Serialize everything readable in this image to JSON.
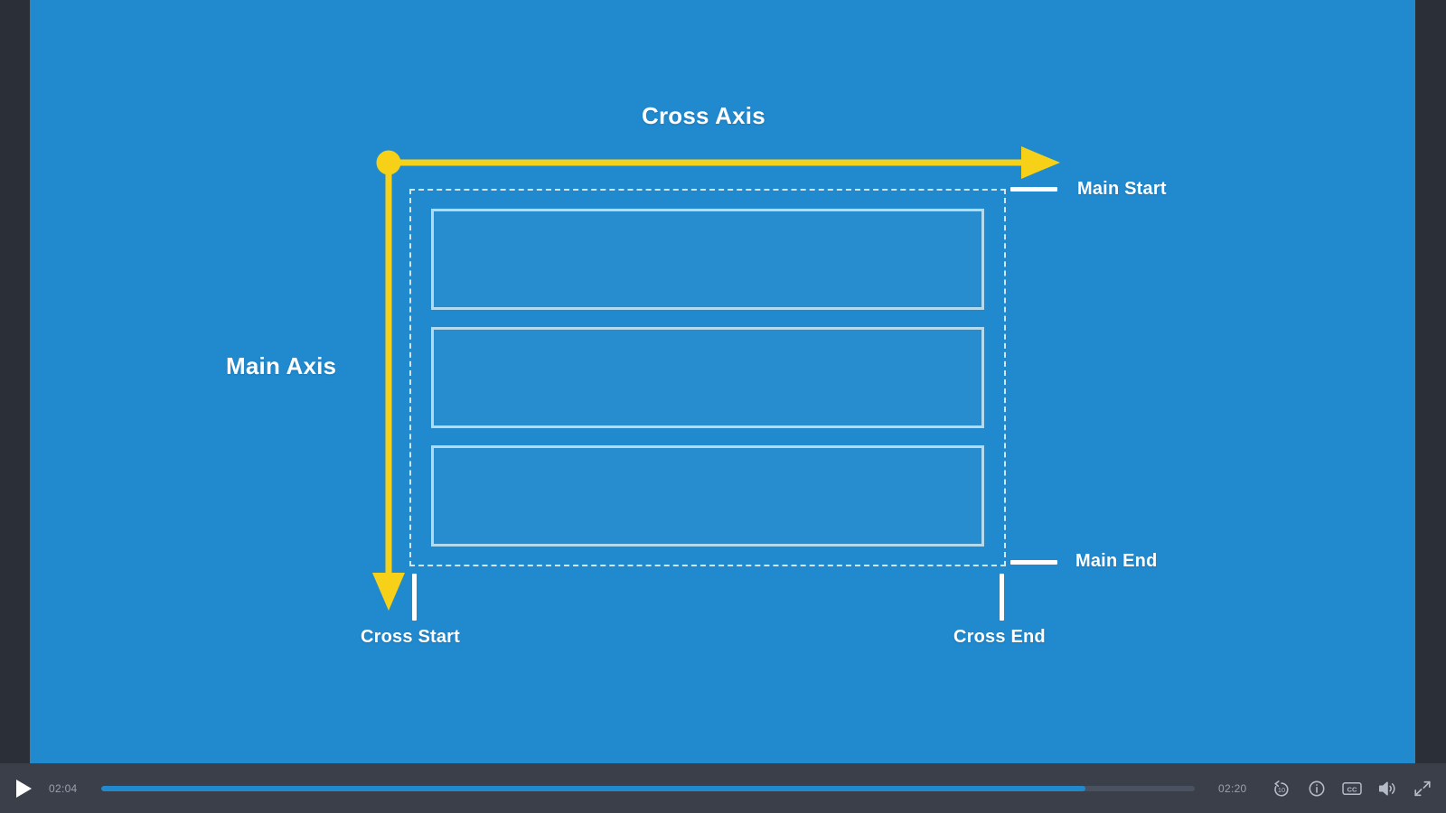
{
  "colors": {
    "stage_background": "#2189ce",
    "app_chrome": "#2b2f38",
    "player_bar": "#3a3f4a",
    "axis_accent": "#f6d118",
    "item_border": "#b4daf0",
    "container_border": "#cfe7f7",
    "tick_white": "#ffffff",
    "progress_fill": "#2189ce",
    "progress_track": "#4a5160",
    "control_icon": "#b6bcc7",
    "time_text": "#9aa0ac"
  },
  "diagram": {
    "labels": {
      "cross_axis": "Cross Axis",
      "main_axis": "Main Axis",
      "main_start": "Main Start",
      "main_end": "Main End",
      "cross_start": "Cross Start",
      "cross_end": "Cross End"
    },
    "flex_container": {
      "direction": "column",
      "items": [
        {
          "index": 1
        },
        {
          "index": 2
        },
        {
          "index": 3
        }
      ]
    },
    "axes": [
      {
        "name": "cross-axis-arrow",
        "orientation": "horizontal",
        "direction": "left-to-right",
        "color": "#f6d118"
      },
      {
        "name": "main-axis-arrow",
        "orientation": "vertical",
        "direction": "top-to-bottom",
        "color": "#f6d118"
      }
    ]
  },
  "player": {
    "play_icon": "play-icon",
    "current_time": "02:04",
    "total_time": "02:20",
    "progress_percent": 90,
    "controls": [
      {
        "name": "rewind-10-icon",
        "label": "10"
      },
      {
        "name": "info-icon",
        "label": "i"
      },
      {
        "name": "closed-captions-icon",
        "label": "cc"
      },
      {
        "name": "volume-icon",
        "label": ""
      },
      {
        "name": "fullscreen-icon",
        "label": ""
      }
    ]
  }
}
